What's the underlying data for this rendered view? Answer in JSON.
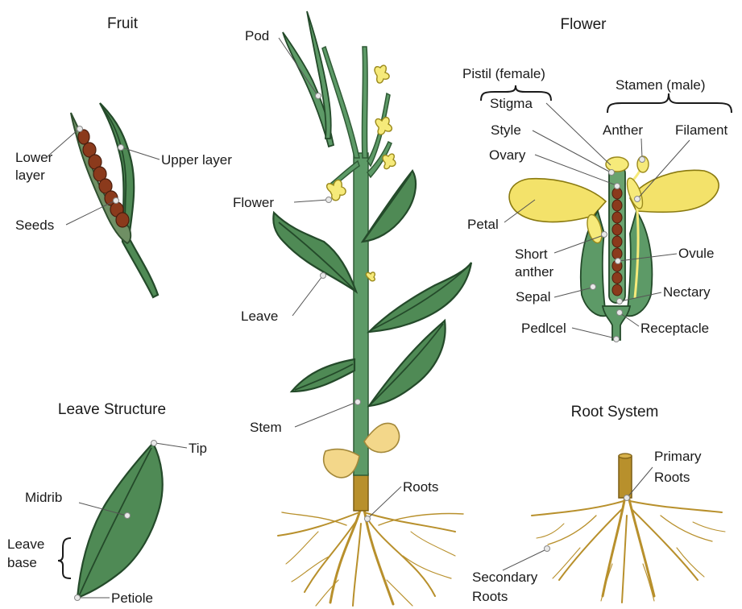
{
  "titles": {
    "fruit": "Fruit",
    "flower": "Flower",
    "leave_structure": "Leave Structure",
    "root_system": "Root System"
  },
  "fruit": {
    "lower_layer_line1": "Lower",
    "lower_layer_line2": "layer",
    "upper_layer": "Upper layer",
    "seeds": "Seeds"
  },
  "plant": {
    "pod": "Pod",
    "flower": "Flower",
    "leave": "Leave",
    "stem": "Stem",
    "roots": "Roots"
  },
  "flower": {
    "pistil": "Pistil (female)",
    "stamen": "Stamen (male)",
    "stigma": "Stigma",
    "style": "Style",
    "ovary": "Ovary",
    "anther": "Anther",
    "filament": "Filament",
    "petal": "Petal",
    "short_anther_line1": "Short",
    "short_anther_line2": "anther",
    "ovule": "Ovule",
    "sepal": "Sepal",
    "nectary": "Nectary",
    "pedicel": "Pedlcel",
    "receptacle": "Receptacle"
  },
  "leaf_structure": {
    "tip": "Tip",
    "midrib": "Midrib",
    "leave_base_line1": "Leave",
    "leave_base_line2": "base",
    "petiole": "Petiole"
  },
  "root_system": {
    "primary_line1": "Primary",
    "primary_line2": "Roots",
    "secondary_line1": "Secondary",
    "secondary_line2": "Roots"
  },
  "colors": {
    "leaf_green": "#4f8a55",
    "stem_green": "#5d9a67",
    "petal_yellow": "#f3e26a",
    "seed_brown": "#8b3a1c",
    "root_gold": "#b8902c"
  }
}
